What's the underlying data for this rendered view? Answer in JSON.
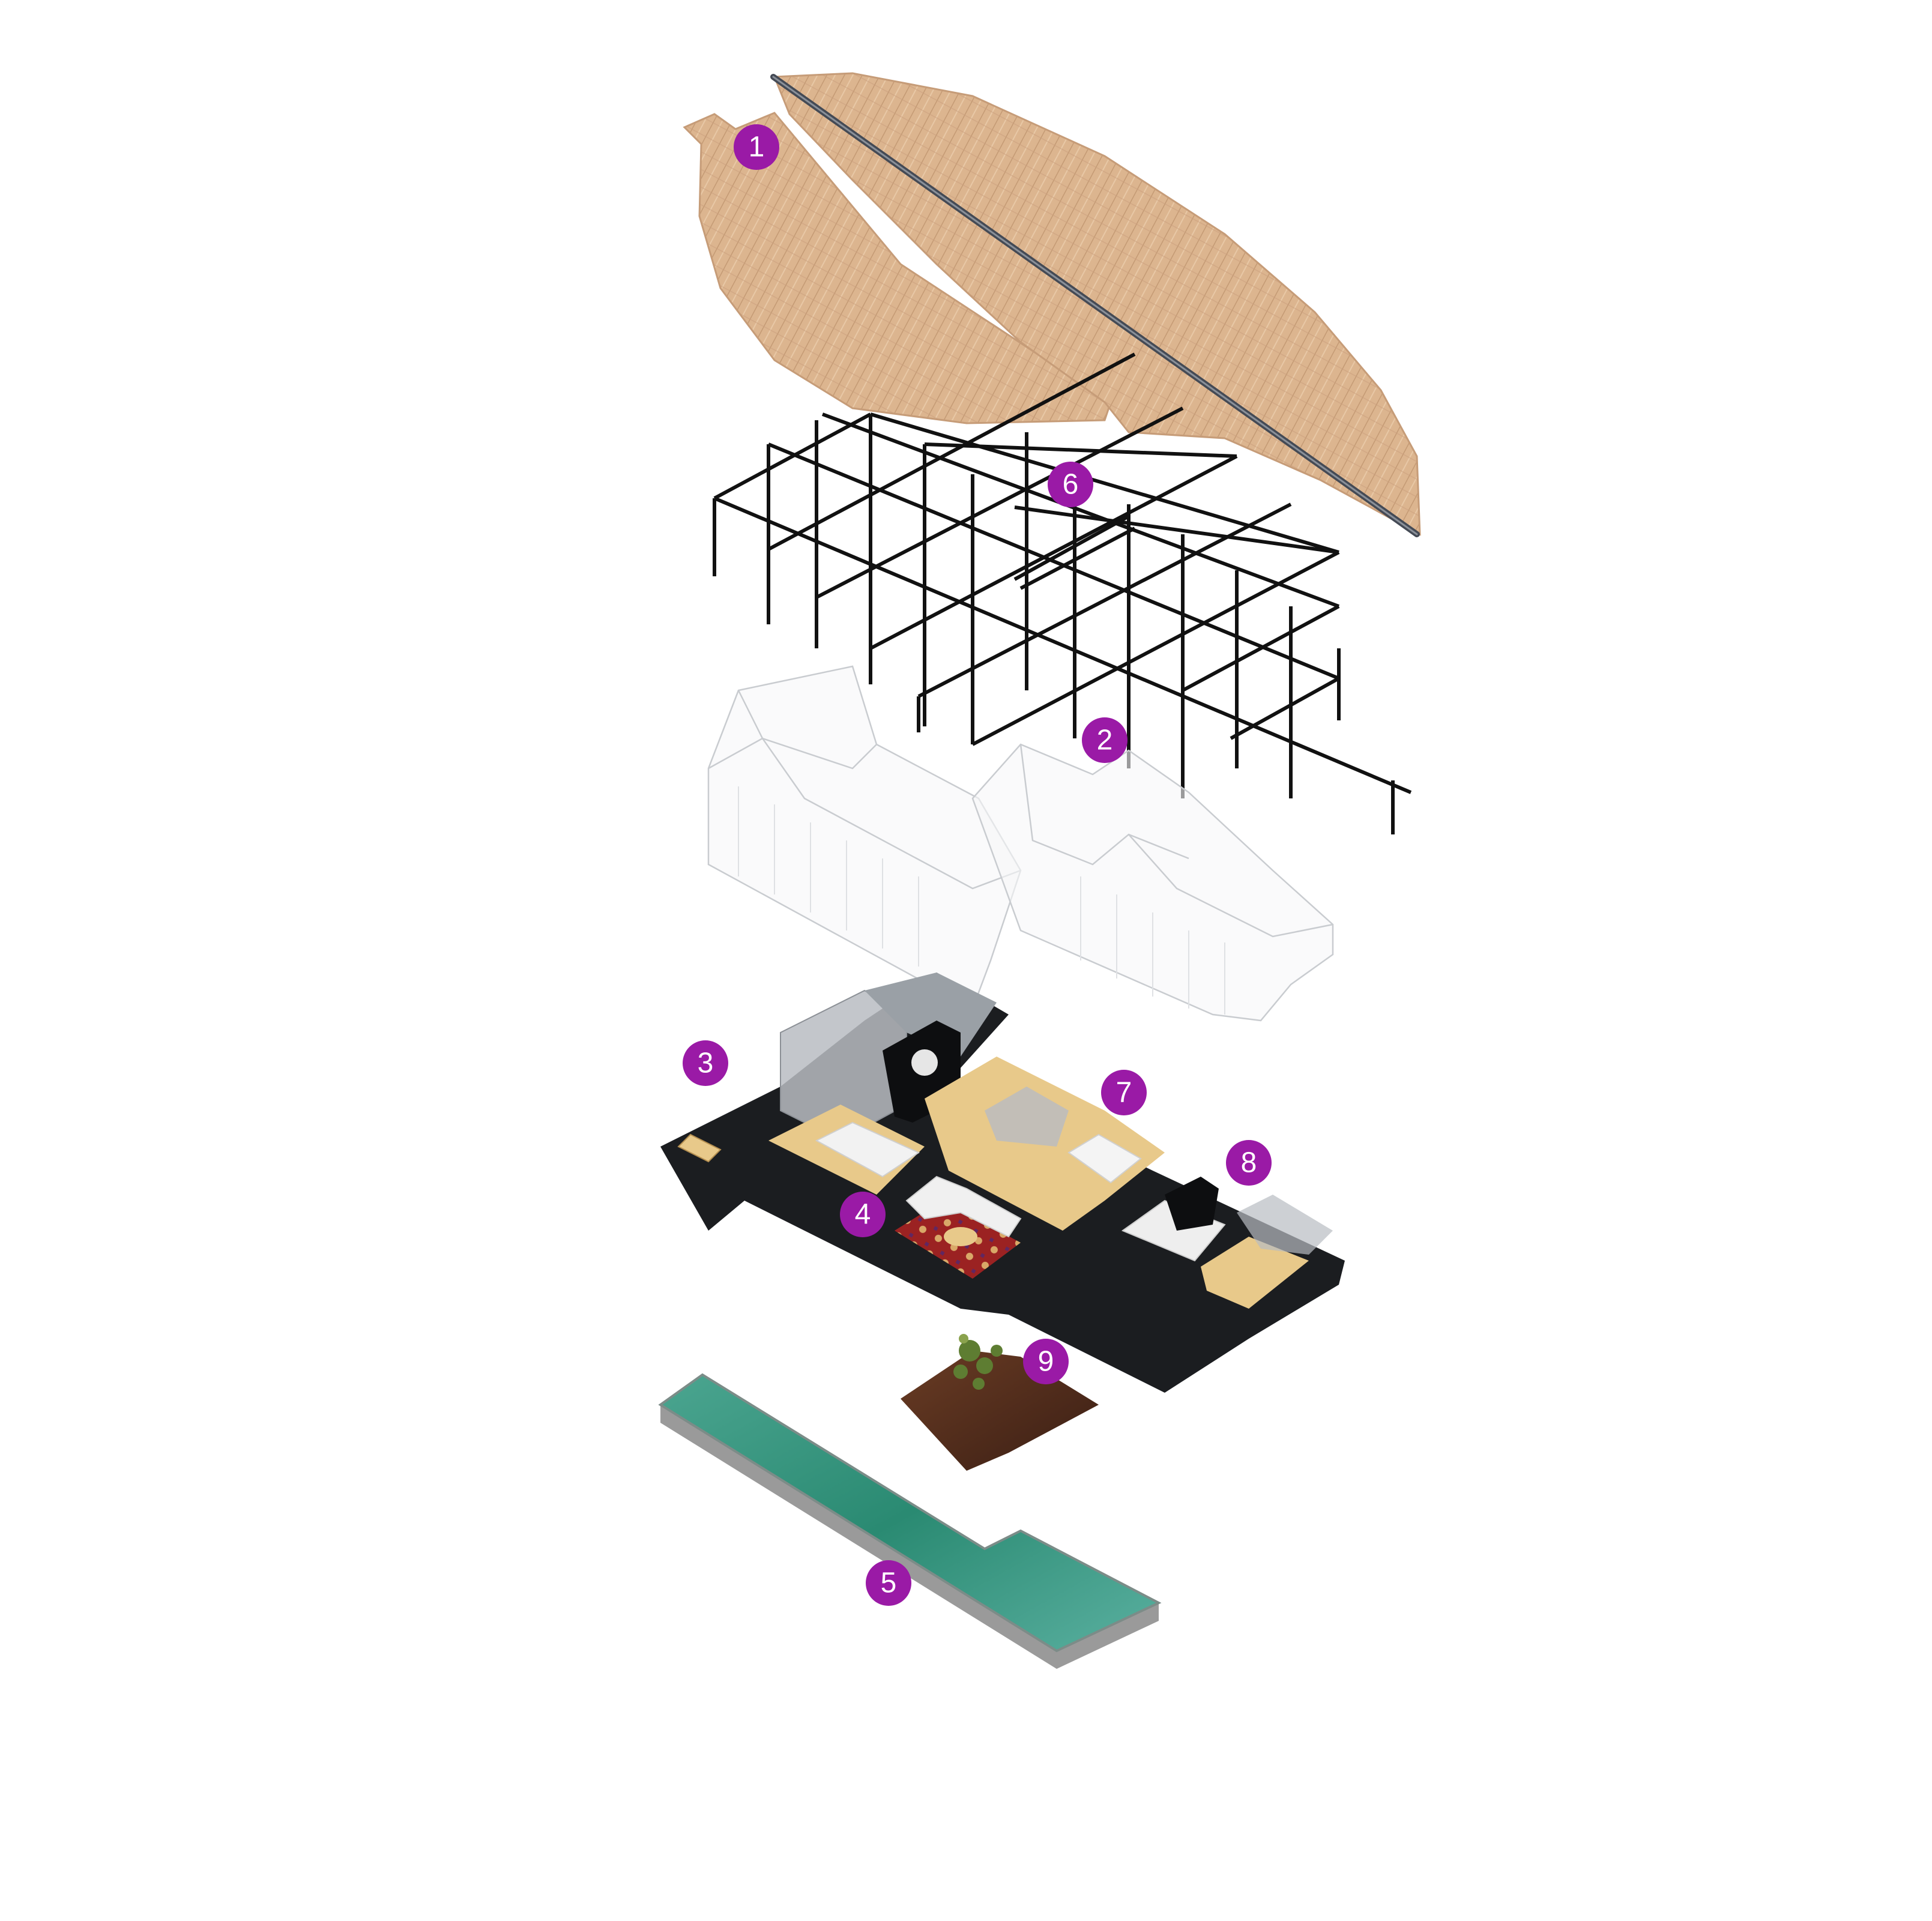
{
  "colors": {
    "marker": "#9a1aa6",
    "marker_text": "#ffffff",
    "roof_straw": "#dcb58f",
    "roof_ridge": "#444a55",
    "frame": "#111111",
    "floor": "#1b1d20",
    "wood": "#e8c98a",
    "rug": "#9b2222",
    "pool_water": "#2f8f78",
    "pool_edge": "#9a9a9a",
    "soil": "#4a2a1c",
    "plant": "#5e7d32"
  },
  "markers": [
    {
      "id": "1",
      "label": "1"
    },
    {
      "id": "2",
      "label": "2"
    },
    {
      "id": "3",
      "label": "3"
    },
    {
      "id": "4",
      "label": "4"
    },
    {
      "id": "5",
      "label": "5"
    },
    {
      "id": "6",
      "label": "6"
    },
    {
      "id": "7",
      "label": "7"
    },
    {
      "id": "8",
      "label": "8"
    },
    {
      "id": "9",
      "label": "9"
    }
  ]
}
